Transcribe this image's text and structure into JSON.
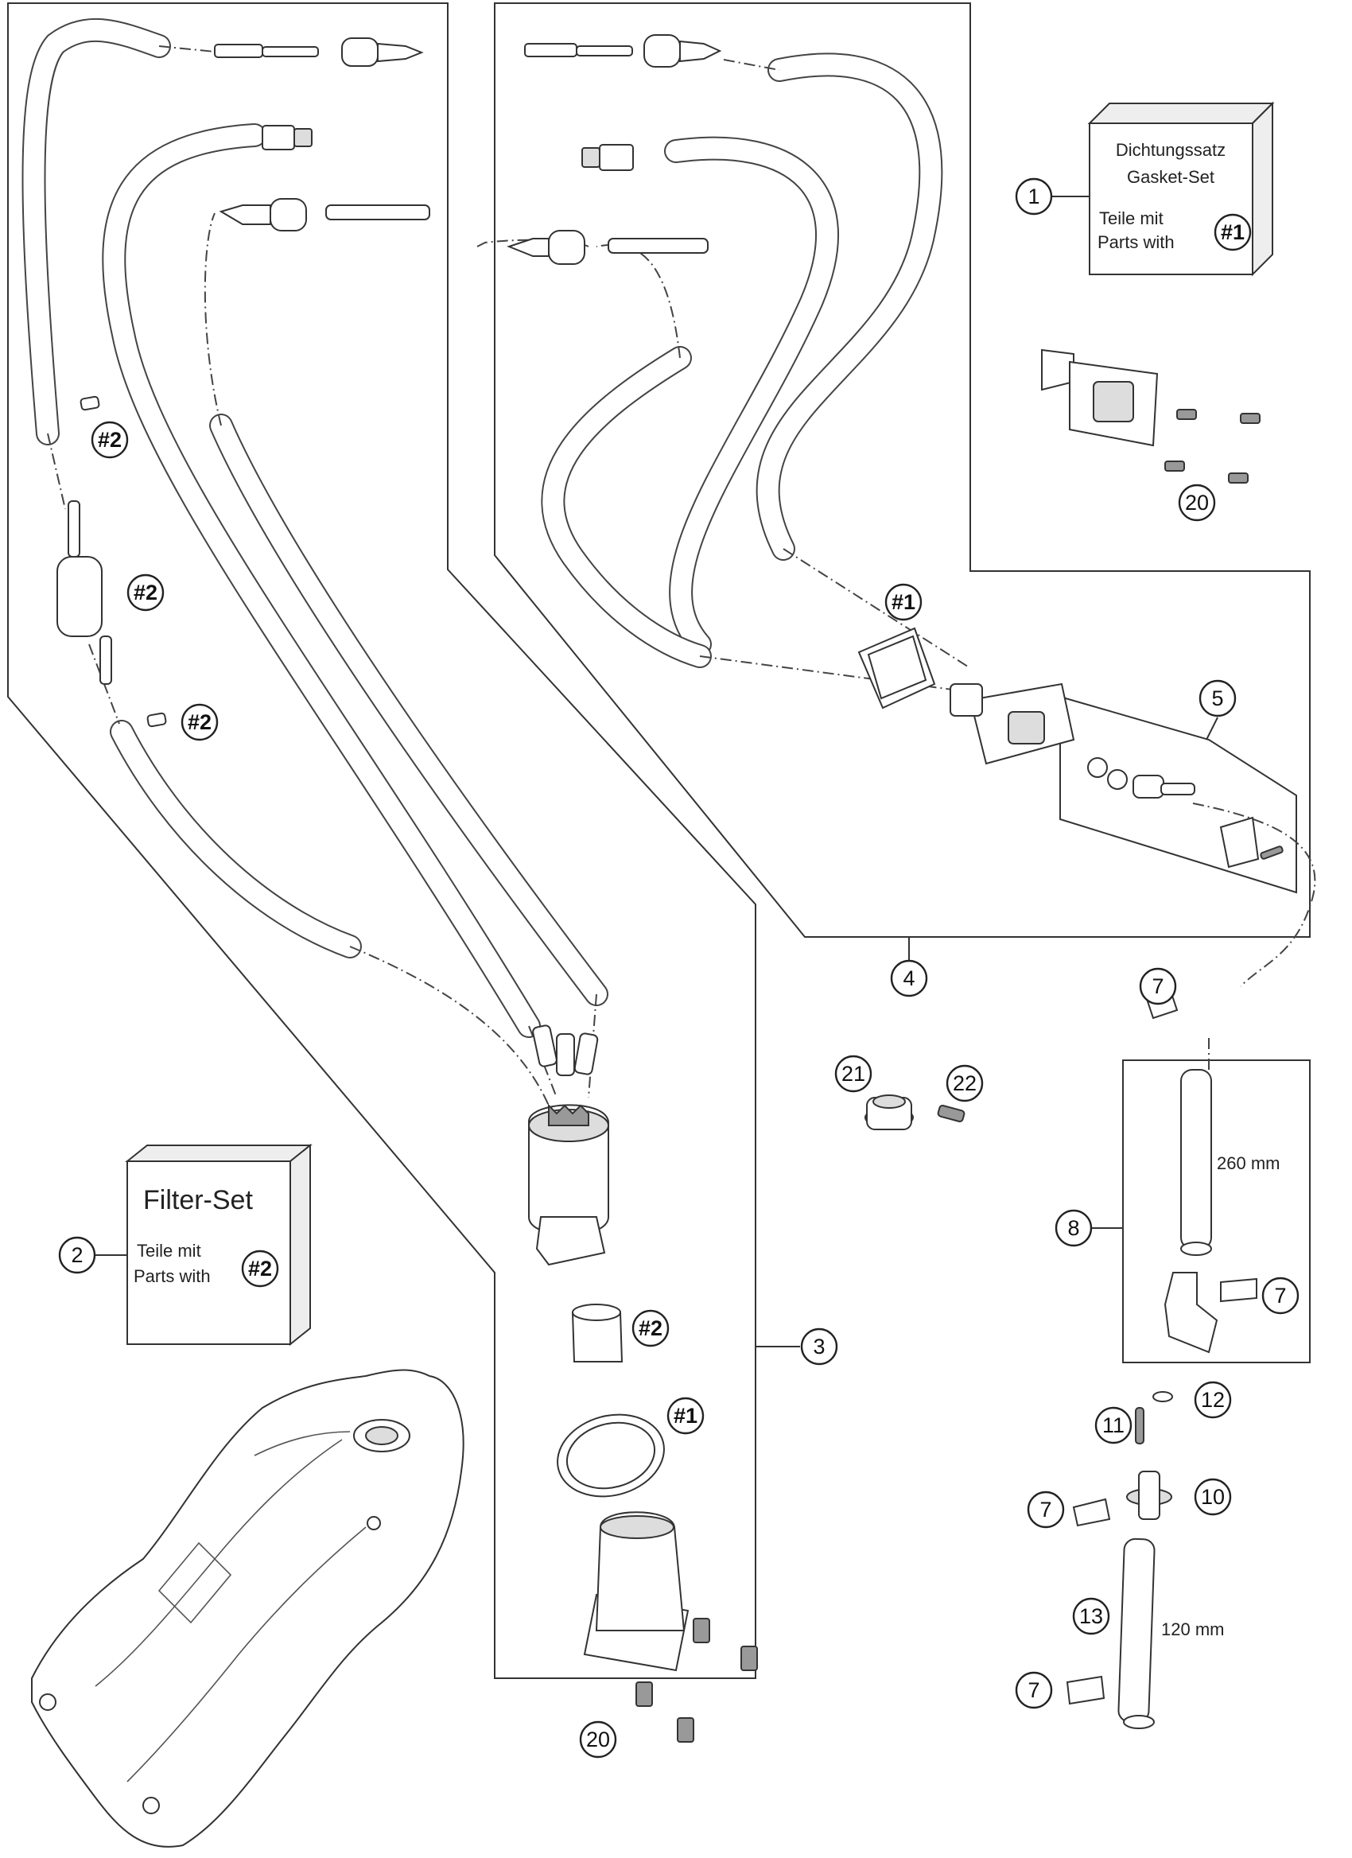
{
  "kits": {
    "gasket_title_de": "Dichtungssatz",
    "gasket_title_en": "Gasket-Set",
    "gasket_teile": "Teile mit",
    "gasket_parts": "Parts with",
    "gasket_ref": "#1",
    "filter_title": "Filter-Set",
    "filter_teile": "Teile mit",
    "filter_parts": "Parts with",
    "filter_ref": "#2"
  },
  "dimensions": {
    "hose_8": "260 mm",
    "hose_13": "120 mm"
  },
  "callouts": {
    "c1": "1",
    "c2": "2",
    "c3": "3",
    "c4": "4",
    "c5": "5",
    "c7a": "7",
    "c7b": "7",
    "c7c": "7",
    "c7d": "7",
    "c8": "8",
    "c10": "10",
    "c11": "11",
    "c12": "12",
    "c13": "13",
    "c20a": "20",
    "c20b": "20",
    "c21": "21",
    "c22": "22"
  },
  "refs": {
    "r2a": "#2",
    "r2b": "#2",
    "r2c": "#2",
    "r2d": "#2",
    "r1a": "#1",
    "r1b": "#1"
  }
}
